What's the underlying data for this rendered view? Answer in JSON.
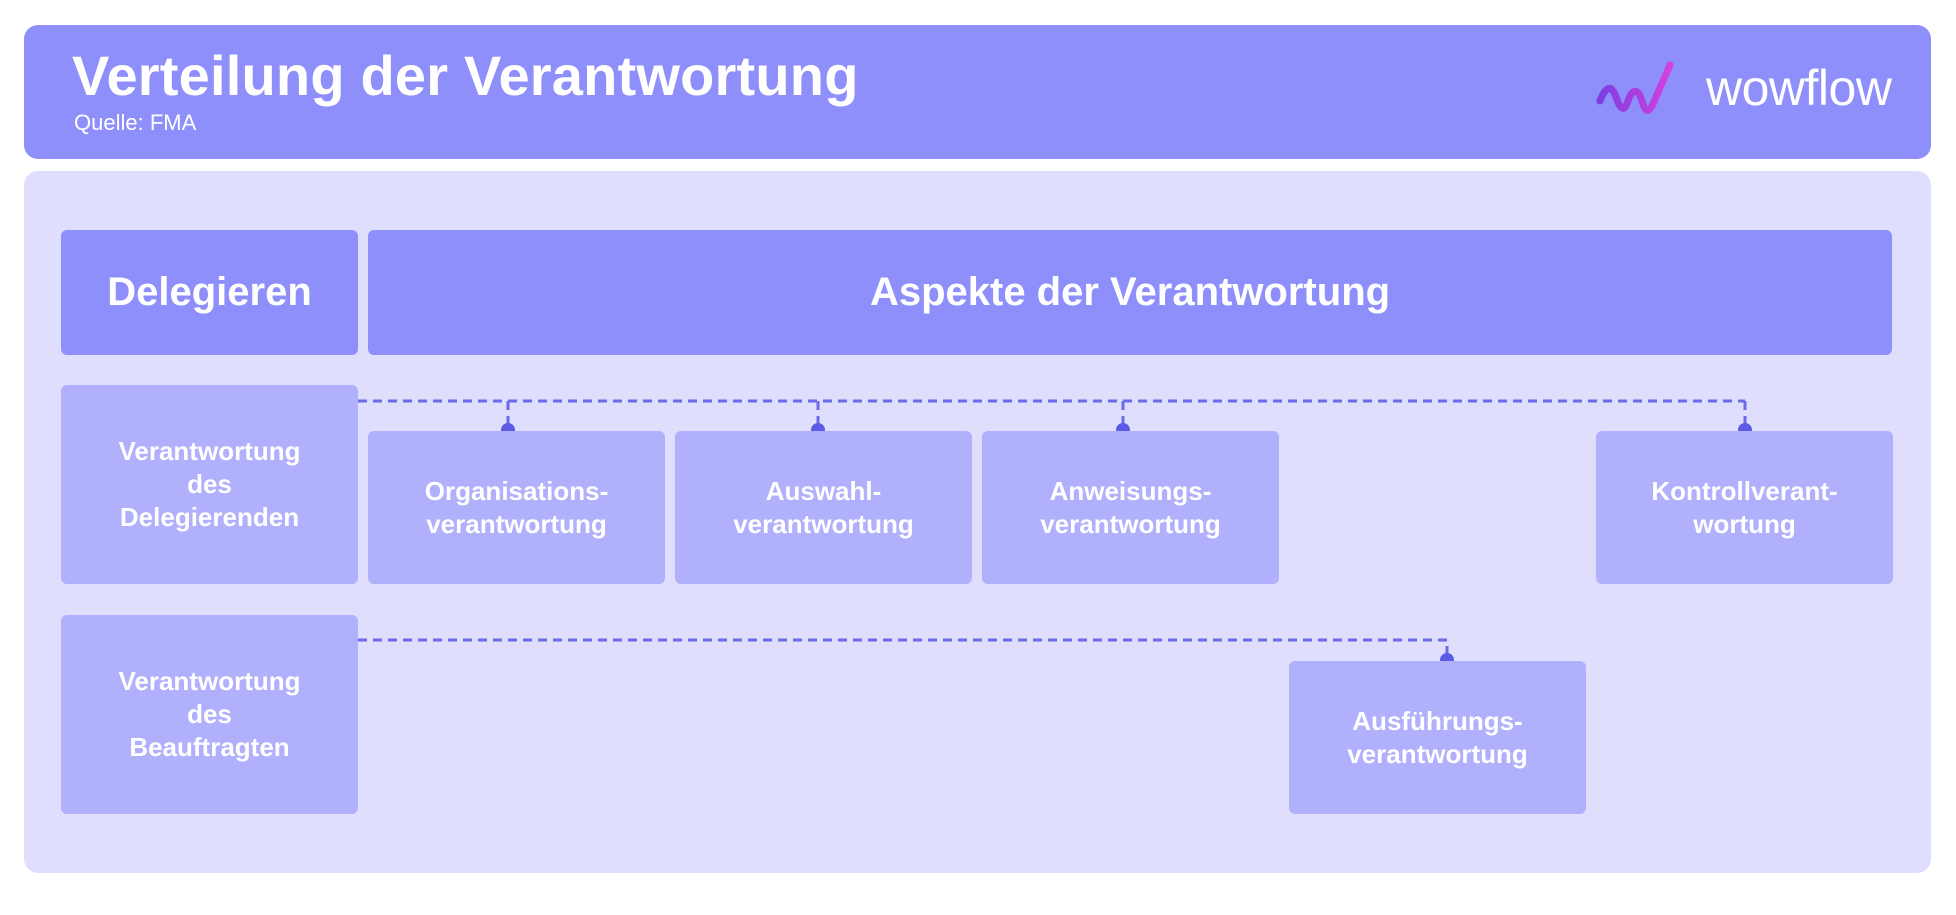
{
  "header": {
    "title": "Verteilung der Verantwortung",
    "subtitle": "Quelle: FMA",
    "logo_text": "wowflow"
  },
  "columns": {
    "delegieren": "Delegieren",
    "aspekte": "Aspekte der Verantwortung"
  },
  "rows": {
    "delegierende": "Verantwortung\ndes\nDelegierenden",
    "beauftragte": "Verantwortung\ndes\nBeauftragten"
  },
  "aspects": {
    "organisation": "Organisations-\nverantwortung",
    "auswahl": "Auswahl-\nverantwortung",
    "anweisung": "Anweisungs-\nverantwortung",
    "kontrolle": "Kontrollverant-\nwortung",
    "ausfuehrung": "Ausführungs-\nverantwortung"
  },
  "colors": {
    "header_bg": "#8f8ffc",
    "panel_bg": "#dfdffd",
    "box_light": "#b0b0fc",
    "connector": "#6b6ae8",
    "connector_dot": "#5b5be6"
  }
}
